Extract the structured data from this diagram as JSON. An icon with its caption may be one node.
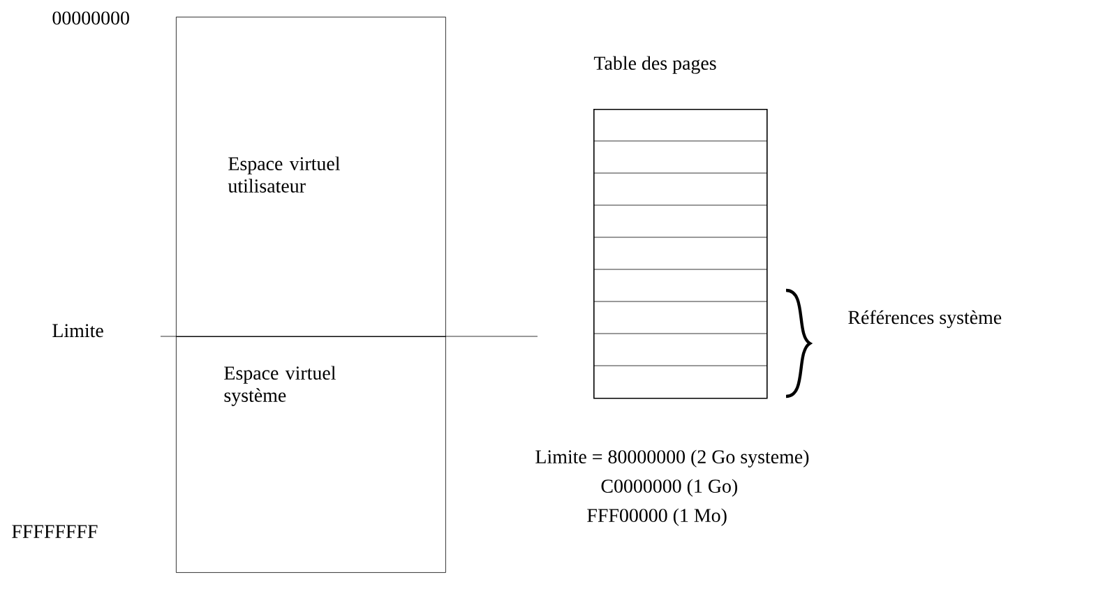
{
  "diagram": {
    "nodes": [
      {
        "text": [
          "Espace virtuel utilisateur"
        ]
      },
      {
        "text": [
          "Espace virtuel système"
        ]
      },
      {
        "text": [
          "Table des pages"
        ]
      }
    ],
    "edges": [],
    "labels": [
      "00000000",
      "Limite",
      "FFFFFFFF",
      "Références système",
      "Limite = 80000000 (2 Go systeme)",
      "C0000000 (1 Go)",
      "FFF00000 (1 Mo)"
    ]
  }
}
